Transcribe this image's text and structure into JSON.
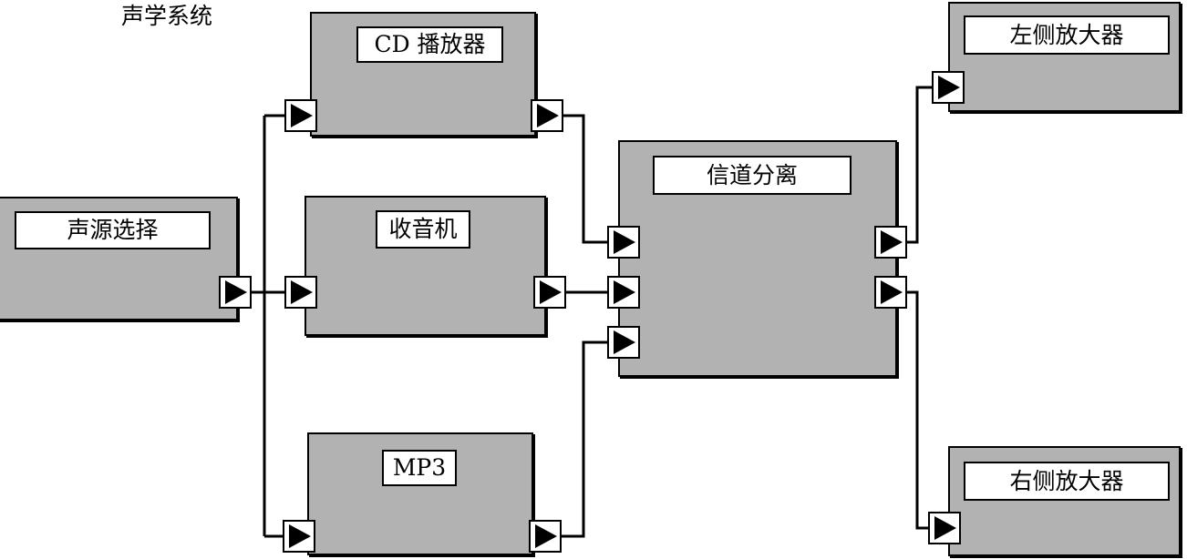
{
  "title": "声学系统",
  "blocks": {
    "source": "声源选择",
    "cd": "CD 播放器",
    "radio": "收音机",
    "mp3": "MP3",
    "splitter": "信道分离",
    "left_amp": "左侧放大器",
    "right_amp": "右侧放大器"
  },
  "colors": {
    "block_fill": "#b2b2b2",
    "label_fill": "#ffffff",
    "line": "#000000"
  },
  "icons": {
    "port": "play-triangle-icon"
  }
}
